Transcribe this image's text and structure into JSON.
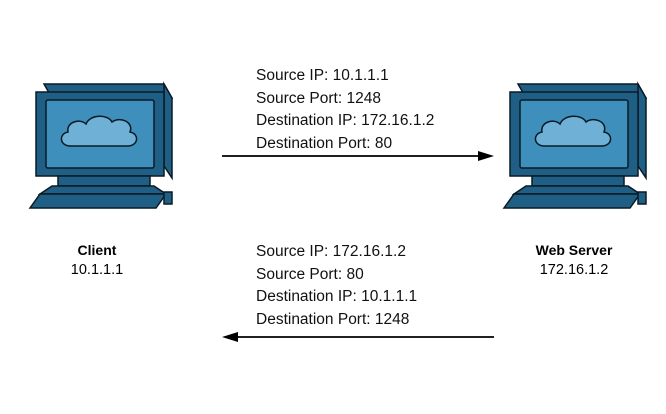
{
  "colors": {
    "monitor_fill": "#1f5f86",
    "monitor_outline": "#0a1a24",
    "screen_fill": "#3f8fbc",
    "cloud_fill": "#6fb0d6",
    "arrow": "#000000",
    "text": "#111111"
  },
  "hosts": {
    "client": {
      "name": "Client",
      "ip": "10.1.1.1",
      "icon": "computer-icon"
    },
    "server": {
      "name": "Web Server",
      "ip": "172.16.1.2",
      "icon": "computer-icon"
    }
  },
  "packets": [
    {
      "direction": "client-to-server",
      "lines": [
        "Source IP: 10.1.1.1",
        "Source Port: 1248",
        "Destination IP: 172.16.1.2",
        "Destination Port: 80"
      ]
    },
    {
      "direction": "server-to-client",
      "lines": [
        "Source IP: 172.16.1.2",
        "Source Port: 80",
        "Destination IP: 10.1.1.1",
        "Destination Port: 1248"
      ]
    }
  ]
}
